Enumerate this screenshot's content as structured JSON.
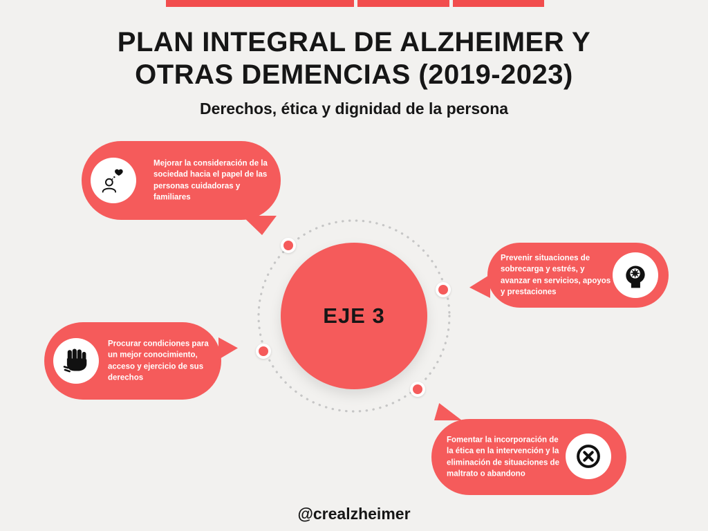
{
  "colors": {
    "accent_red": "#F55B5B",
    "top_bar_red": "#F24D4D",
    "background": "#F2F1EF",
    "heading_text": "#161616",
    "bubble_text": "#FFFFFF",
    "ring_dots_gray": "#C6C6C6",
    "icon_black": "#111111"
  },
  "header": {
    "title_line1": "PLAN INTEGRAL DE ALZHEIMER Y",
    "title_line2": "OTRAS DEMENCIAS (2019-2023)",
    "subtitle": "Derechos, ética y dignidad de la persona"
  },
  "center": {
    "label": "EJE 3"
  },
  "bubbles": [
    {
      "name": "caregivers",
      "icon": "person-heart-icon",
      "text": "Mejorar la consideración de la sociedad hacia el papel de las personas cuidadoras y familiares"
    },
    {
      "name": "overload-prevention",
      "icon": "head-stress-icon",
      "text": "Prevenir situaciones de sobrecarga y estrés, y avanzar en servicios, apoyos y prestaciones"
    },
    {
      "name": "rights",
      "icon": "raised-fist-icon",
      "text": "Procurar condiciones para un mejor conocimiento, acceso y ejercicio de sus derechos"
    },
    {
      "name": "ethics",
      "icon": "x-circle-icon",
      "text": "Fomentar la incorporación de la ética en la intervención y la eliminación de situaciones de maltrato o abandono"
    }
  ],
  "footer": {
    "handle": "@crealzheimer"
  }
}
